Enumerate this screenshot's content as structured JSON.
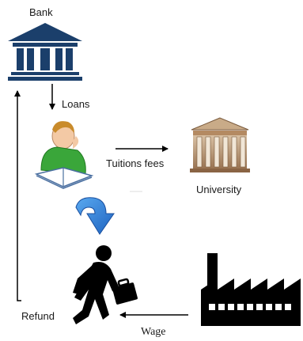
{
  "labels": {
    "bank": "Bank",
    "loans": "Loans",
    "tuition_fees": "Tuitions fees",
    "university": "University",
    "refund": "Refund",
    "wage": "Wage"
  },
  "icons": {
    "bank": "bank-icon",
    "student": "student-reading-icon",
    "university": "university-building-icon",
    "worker": "worker-with-briefcase-icon",
    "factory": "factory-icon",
    "curved_arrow": "curved-arrow-down-icon"
  },
  "colors": {
    "bank_blue": "#1b3f6b",
    "student_green": "#3aa63a",
    "arrow_blue": "#2f7fd8",
    "university_tan": "#b48a62",
    "silhouette": "#000000"
  }
}
